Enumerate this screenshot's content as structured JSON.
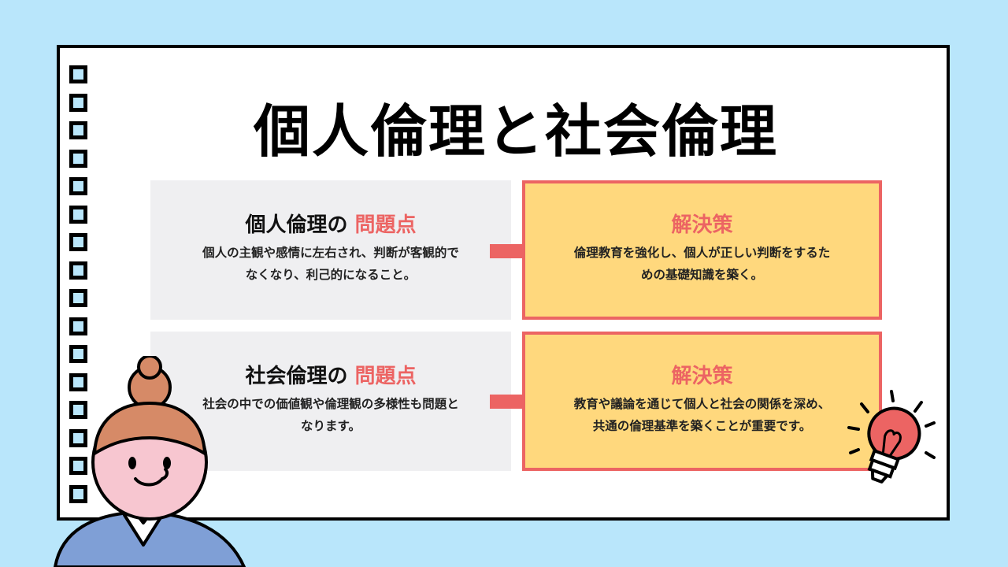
{
  "title": "個人倫理と社会倫理",
  "rows": [
    {
      "problem_heading_main": "個人倫理の",
      "problem_heading_accent": "問題点",
      "problem_text_line1": "個人の主観や感情に左右され、判断が客観的で",
      "problem_text_line2": "なくなり、利己的になること。",
      "solution_heading": "解決策",
      "solution_text_line1": "倫理教育を強化し、個人が正しい判断をするた",
      "solution_text_line2": "めの基礎知識を築く。"
    },
    {
      "problem_heading_main": "社会倫理の",
      "problem_heading_accent": "問題点",
      "problem_text_line1": "社会の中での価値観や倫理観の多様性も問題と",
      "problem_text_line2": "なります。",
      "solution_heading": "解決策",
      "solution_text_line1": "教育や議論を通じて個人と社会の関係を深め、",
      "solution_text_line2": "共通の倫理基準を築くことが重要です。"
    }
  ],
  "colors": {
    "background": "#b9e6fb",
    "accent": "#ec6463",
    "solution_fill": "#ffd87d",
    "problem_fill": "#efeff1"
  },
  "icons": {
    "notebook_ring": "notebook-ring-icon",
    "arrow": "arrow-right-icon",
    "person": "person-illustration",
    "bulb": "lightbulb-icon"
  }
}
